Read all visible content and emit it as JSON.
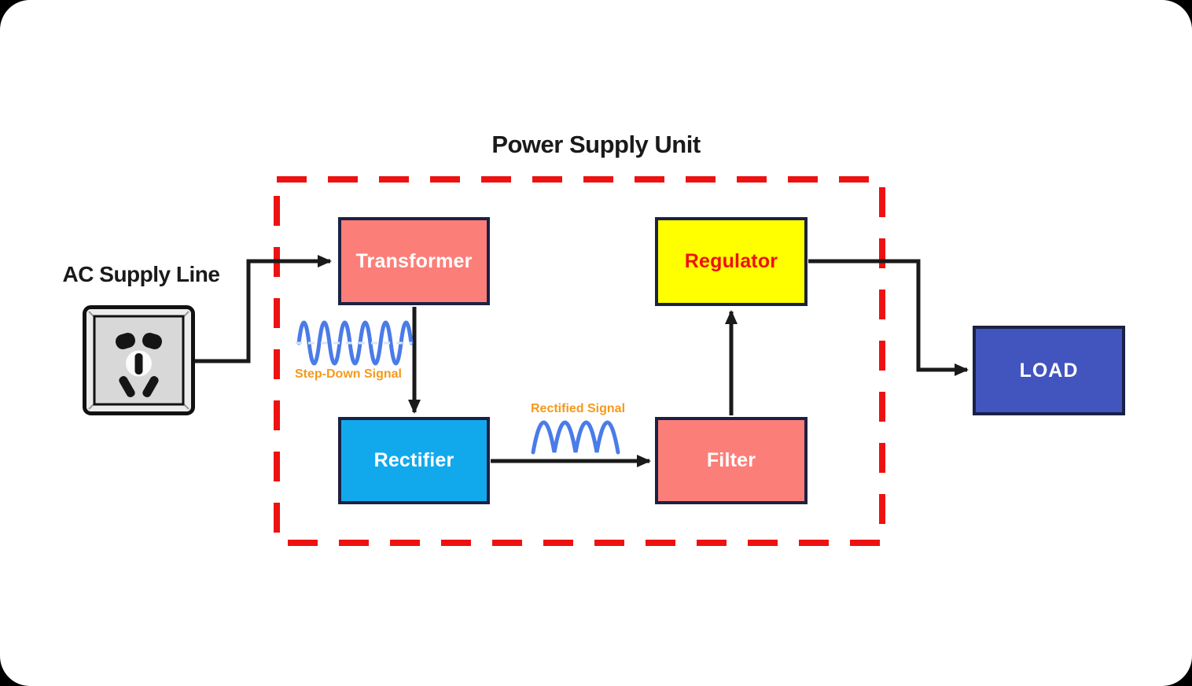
{
  "title": "Power Supply Unit",
  "input": {
    "label": "AC Supply Line",
    "icon": "power-socket-icon"
  },
  "psu": {
    "boundary_style": "dashed",
    "boundary_color": "#EE1111",
    "blocks": {
      "transformer": {
        "label": "Transformer",
        "fill": "#FC7E78",
        "text_color": "#FFFFFF"
      },
      "regulator": {
        "label": "Regulator",
        "fill": "#FFFF00",
        "text_color": "#EE1111"
      },
      "rectifier": {
        "label": "Rectifier",
        "fill": "#12A9EC",
        "text_color": "#FFFFFF"
      },
      "filter": {
        "label": "Filter",
        "fill": "#FC7E78",
        "text_color": "#FFFFFF"
      }
    }
  },
  "output": {
    "label": "LOAD",
    "fill": "#4254BE",
    "text_color": "#FFFFFF"
  },
  "signals": {
    "step_down": {
      "label": "Step-Down Signal",
      "waveform": "sine",
      "wave_color": "#4B7BE8",
      "label_color": "#F5991C"
    },
    "rectified": {
      "label": "Rectified Signal",
      "waveform": "half-wave-rectified",
      "wave_color": "#4B7BE8",
      "label_color": "#F5991C"
    }
  },
  "connections": [
    "AC Supply Line -> Transformer",
    "Transformer -> Rectifier",
    "Rectifier -> Filter",
    "Filter -> Regulator",
    "Regulator -> LOAD"
  ],
  "connector_color": "#1A1A1A",
  "border_color": "#1B2144"
}
